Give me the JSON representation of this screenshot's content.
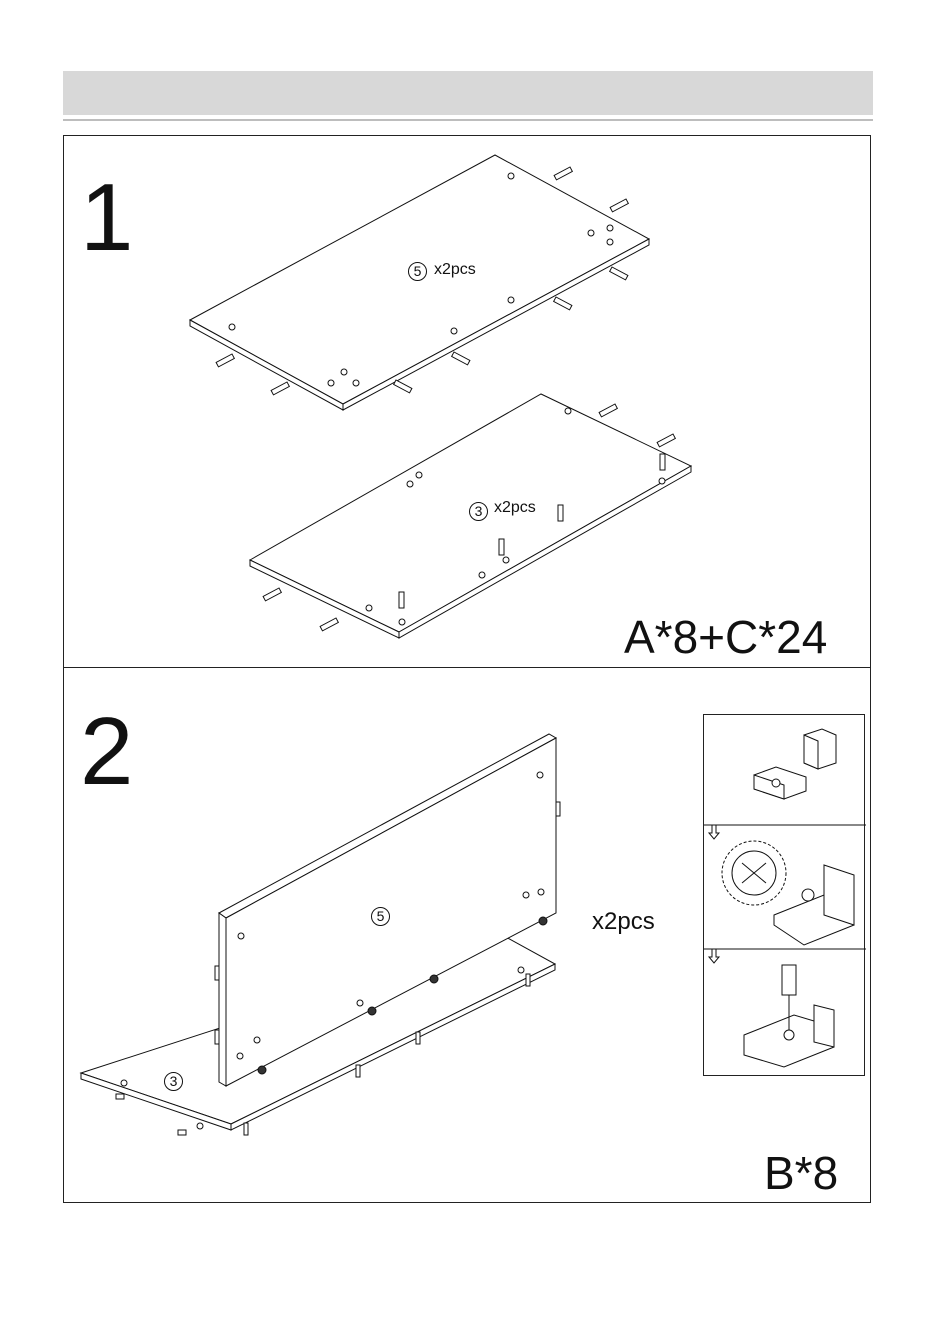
{
  "steps": [
    {
      "number": "1",
      "parts": [
        {
          "id": "5",
          "qty": "x2pcs"
        },
        {
          "id": "3",
          "qty": "x2pcs"
        }
      ],
      "hardware": "A*8+C*24"
    },
    {
      "number": "2",
      "parts": [
        {
          "id": "5"
        },
        {
          "id": "3"
        }
      ],
      "qty": "x2pcs",
      "hardware": "B*8"
    }
  ]
}
